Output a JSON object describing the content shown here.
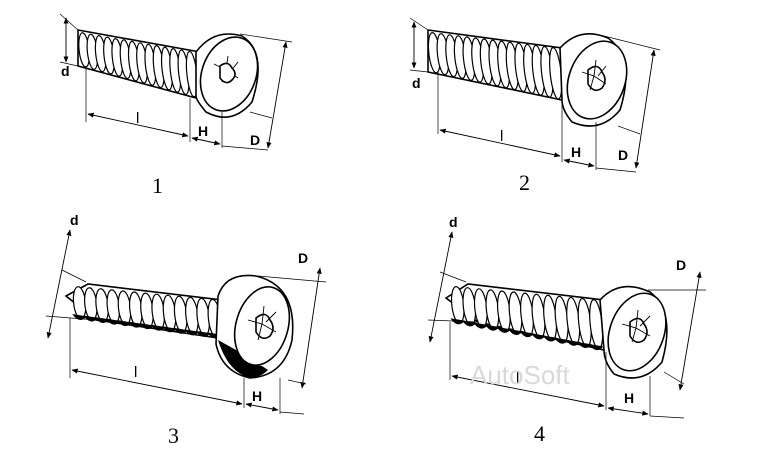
{
  "figures": [
    {
      "number": "1",
      "labels": {
        "d": "d",
        "l": "l",
        "H": "H",
        "D": "D"
      }
    },
    {
      "number": "2",
      "labels": {
        "d": "d",
        "l": "l",
        "H": "H",
        "D": "D"
      }
    },
    {
      "number": "3",
      "labels": {
        "d": "d",
        "l": "l",
        "H": "H",
        "D": "D"
      }
    },
    {
      "number": "4",
      "labels": {
        "d": "d",
        "l": "l",
        "H": "H",
        "D": "D"
      }
    }
  ],
  "watermark": "AutoSoft",
  "colors": {
    "ink": "#000000",
    "paper": "#ffffff",
    "watermark": "#d8d8d8"
  }
}
